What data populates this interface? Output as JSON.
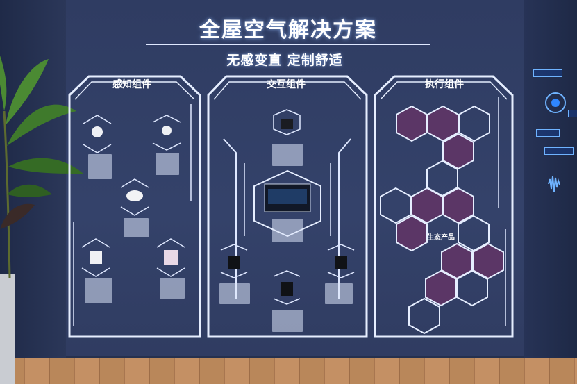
{
  "header": {
    "title": "全屋空气解决方案",
    "subtitle": "无感变直 定制舒适"
  },
  "panels": [
    {
      "label": "感知组件"
    },
    {
      "label": "交互组件"
    },
    {
      "label": "执行组件"
    }
  ],
  "hex_label": "生态产品",
  "colors": {
    "wall": "#34426a",
    "outline": "#e6eeff",
    "hex_fill": "#5b3666",
    "floor": "#b9875a",
    "plant": "#3f7a2c",
    "accent_glow": "#6fb3ff"
  }
}
